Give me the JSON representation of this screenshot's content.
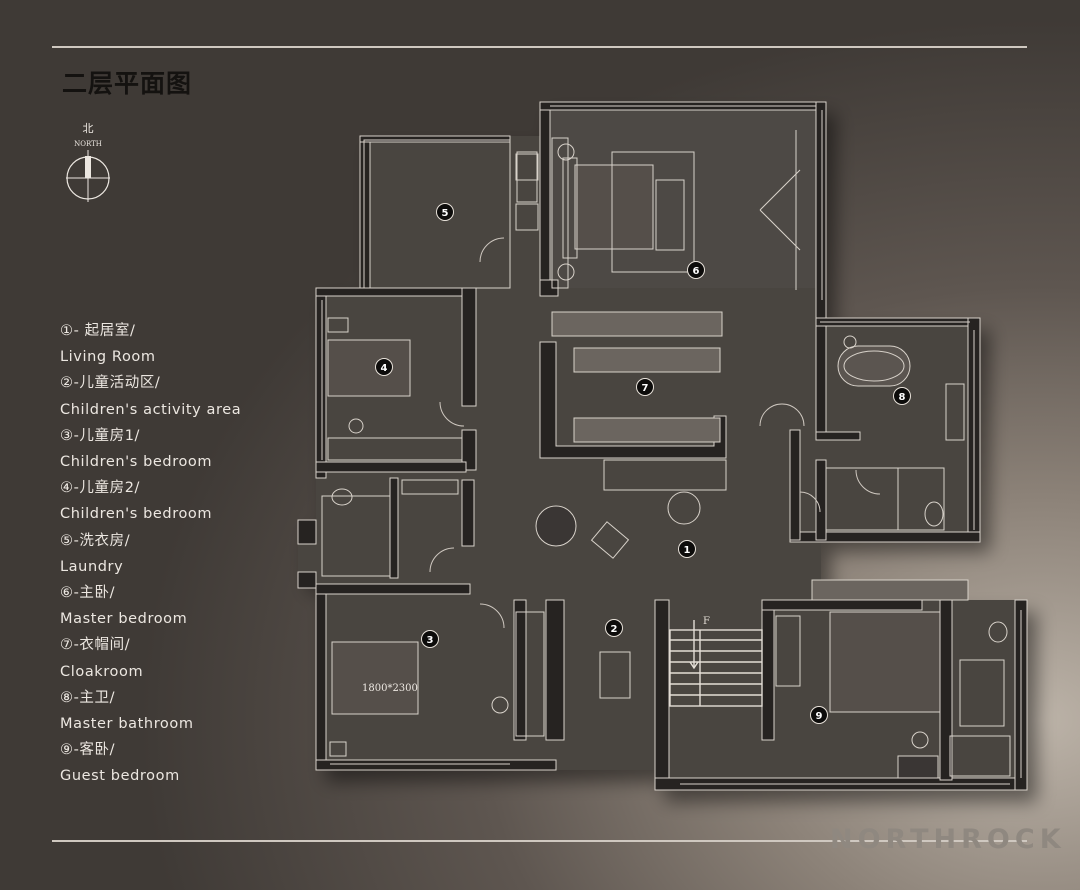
{
  "title": "二层平面图",
  "compass": {
    "cn": "北",
    "en": "NORTH"
  },
  "legend": [
    "①- 起居室/",
    "Living Room",
    "②-儿童活动区/",
    "Children's activity area",
    "③-儿童房1/",
    "Children's bedroom",
    "④-儿童房2/",
    "Children's bedroom",
    "⑤-洗衣房/",
    "Laundry",
    "⑥-主卧/",
    "Master bedroom",
    "⑦-衣帽间/",
    "Cloakroom",
    "⑧-主卫/",
    "Master bathroom",
    "⑨-客卧/",
    "Guest bedroom"
  ],
  "markers": [
    "1",
    "2",
    "3",
    "4",
    "5",
    "6",
    "7",
    "8",
    "9"
  ],
  "bed_size": "1800*2300",
  "stair_label": "F",
  "brand": "NORTHROCK",
  "colors": {
    "wall": "#2a2725",
    "floor": "#4a4541",
    "line": "#d8d2ca",
    "marker": "#0d0c0b"
  }
}
